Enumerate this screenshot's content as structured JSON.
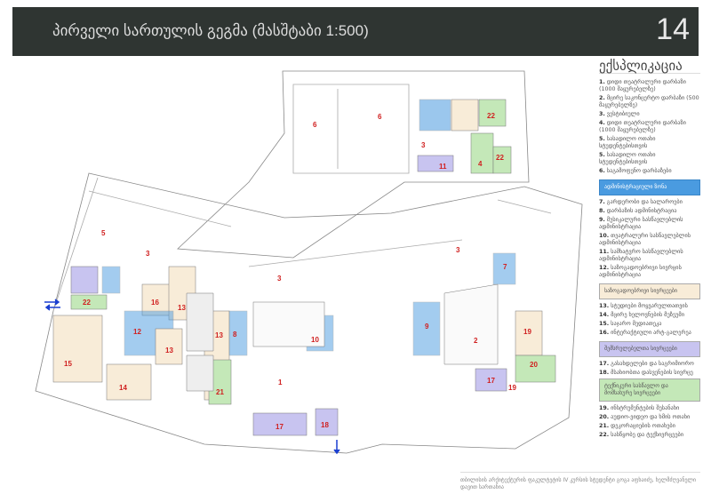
{
  "header": {
    "title": "პირველი სართულის გეგმა (მასშტაბი 1:500)",
    "page": "14"
  },
  "legend": {
    "heading": "ექსპლიკაცია",
    "items_a": [
      "1.|დიდი თეატრალური დარბაზი (1000 მაყურებელზე)",
      "2.|მცირე საკონცერტო დარბაზი (500 მაყურებელზე)",
      "3.|ვესტიბიული",
      "4.|დიდი თეატრალური დარბაზი (1000 მაყურებელზე)",
      "5.|სასადილო ოთახი სტუდენტებისთვის",
      "5.|სასადილო ოთახი სტუდენტებისთვის",
      "6.|საგამოფენო დარბაზები"
    ],
    "section_admin": "ადმინისტრაციული ზონა",
    "items_b": [
      "7.|გარდერობი და სალაროები",
      "8.|დარბაზის ადმინისტრაცია",
      "9.|მუსიკალური სასწავლებლის ადმინისტრაცია",
      "10.|თეატრალური სასწავლებლის ადმინისტრაცია",
      "11.|სამხატვრო სასწავლებლის ადმინისტრაცია",
      "12.|საზოგადოებრივი სივრცის ადმინისტრაცია"
    ],
    "section_public": "საზოგადოებრივი სივრცეები",
    "items_c": [
      "13.|სტუდიები მოყვარულთათვის",
      "14.|მცირე ხელოვნების მუზეუმი",
      "15.|საჯარო მედიათეკა",
      "16.|ინტერაქტიული არტ-გალერეა"
    ],
    "section_performers": "შემსრულებელთა სივრცეები",
    "items_d": [
      "17.|გასახდელები და საგრიმიორო",
      "18.|მსახიობთა დასვენების სივრცე"
    ],
    "section_tech": "ტექნიკური სასწავლო და მომსახურე სივრცეები",
    "items_e": [
      "19.|ინსტრუმენტების შესანახი",
      "20.|აუდიო-ვიდეო და ხმის ოთახი",
      "21.|დეკორაციების ოთახები",
      "22.|სასწყობე და ტექსივრცეები"
    ]
  },
  "colors": {
    "admin": "#4a9be0",
    "public": "#f8ecd8",
    "performers": "#c8c4f0",
    "tech": "#c4e8b8",
    "header": "#2f3532"
  },
  "plan": {
    "labels": [
      "6",
      "6",
      "22",
      "3",
      "11",
      "4",
      "22",
      "5",
      "3",
      "3",
      "3",
      "7",
      "22",
      "16",
      "13",
      "12",
      "13",
      "8",
      "13",
      "15",
      "14",
      "1",
      "21",
      "10",
      "9",
      "2",
      "19",
      "20",
      "17",
      "18",
      "19",
      "17"
    ]
  },
  "footer": "თბილისის არქიტექტურის ფაკულტეტის IV კურსის სტუდენტი გოგა აფხაიძე, ხელმძღვანელი დავით სართანია"
}
